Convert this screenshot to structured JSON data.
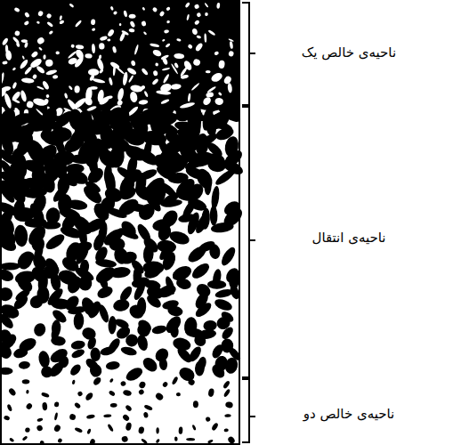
{
  "diagram": {
    "labels": [
      "ناحیه‌ی خالص یک",
      "ناحیه‌ی انتقال",
      "ناحیه‌ی خالص دو"
    ]
  }
}
